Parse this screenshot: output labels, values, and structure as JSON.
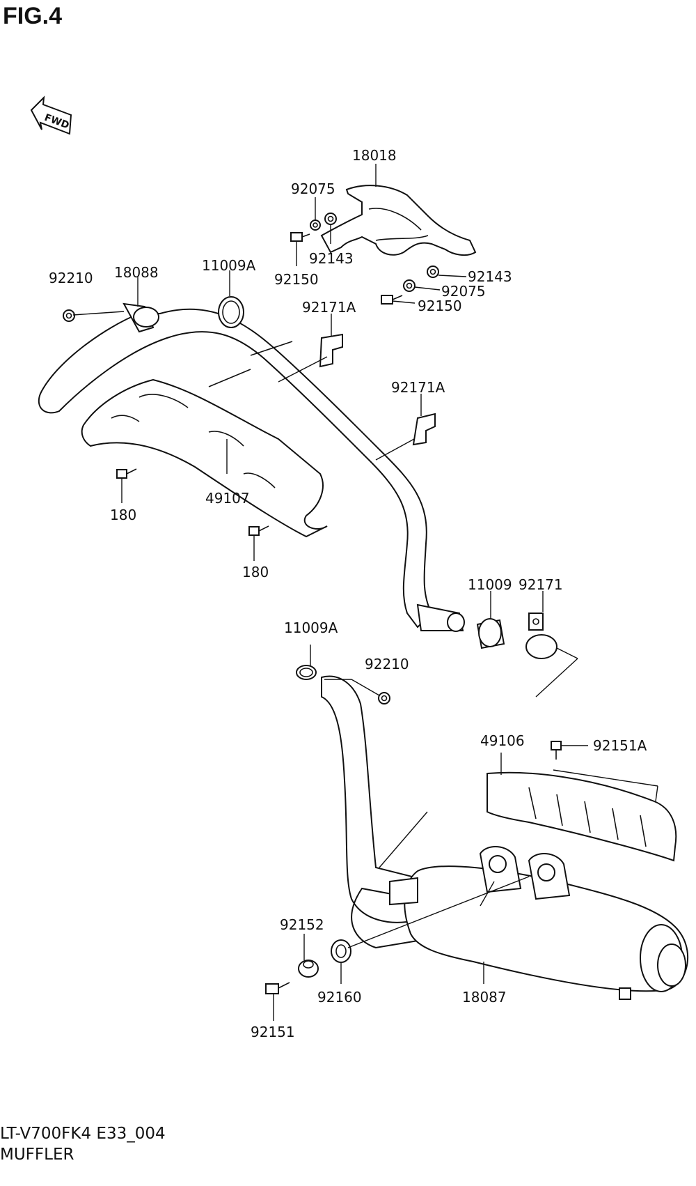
{
  "figure": {
    "title": "FIG.4",
    "code": "LT-V700FK4 E33_004",
    "name": "MUFFLER",
    "direction_arrow": "FWD"
  },
  "parts": {
    "p18018": "18018",
    "p92075a": "92075",
    "p92143a": "92143",
    "p92150a": "92150",
    "p92143b": "92143",
    "p92075b": "92075",
    "p92150b": "92150",
    "p92210a": "92210",
    "p18088": "18088",
    "p11009Aa": "11009A",
    "p92171Aa": "92171A",
    "p92171Ab": "92171A",
    "p180a": "180",
    "p49107": "49107",
    "p180b": "180",
    "p11009": "11009",
    "p92171": "92171",
    "p11009Ab": "11009A",
    "p92210b": "92210",
    "p49106": "49106",
    "p92151A": "92151A",
    "p92152": "92152",
    "p92160": "92160",
    "p18087": "18087",
    "p92151": "92151"
  }
}
